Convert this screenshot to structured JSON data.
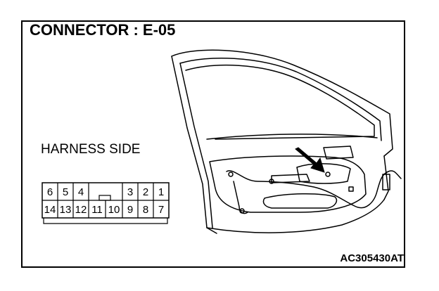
{
  "title": "CONNECTOR : E-05",
  "harness_label": "HARNESS SIDE",
  "figure_code": "AC305430AT",
  "connector": {
    "top_row": [
      "6",
      "5",
      "4",
      "",
      "",
      "3",
      "2",
      "1"
    ],
    "bottom_row": [
      "14",
      "13",
      "12",
      "11",
      "10",
      "9",
      "8",
      "7"
    ]
  }
}
